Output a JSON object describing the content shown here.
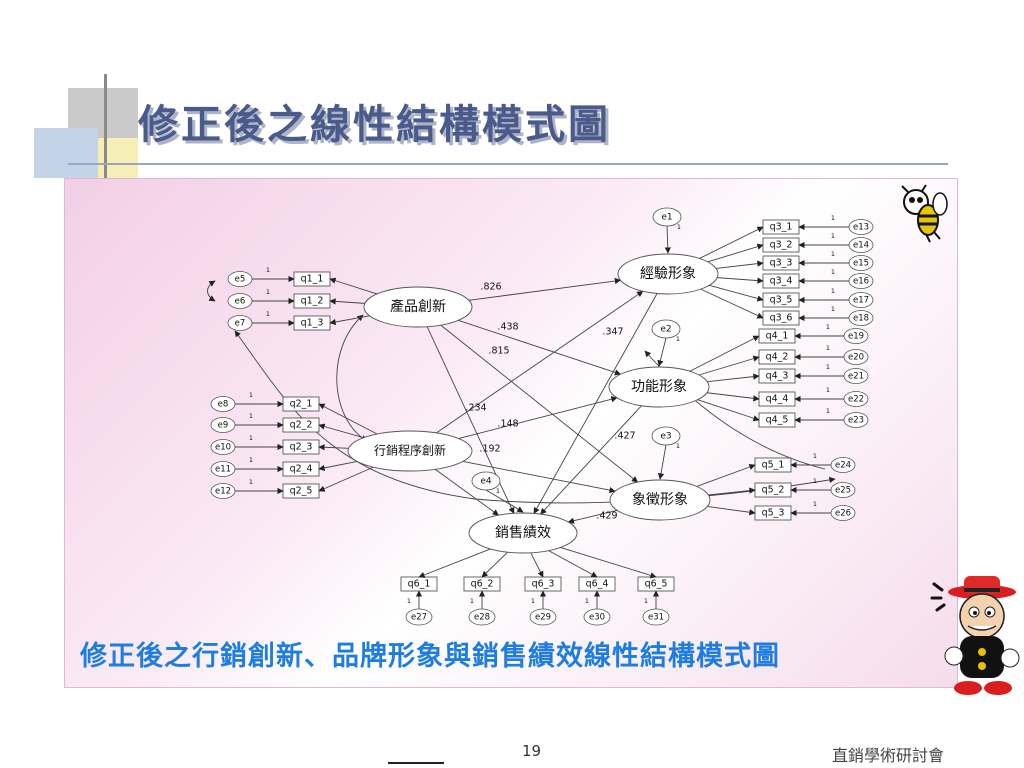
{
  "title": "修正後之線性結構模式圖",
  "caption": "修正後之行銷創新、品牌形象與銷售績效線性結構模式圖",
  "page_number": "19",
  "footer": "直銷學術研討會",
  "colors": {
    "title": "#4a5a8a",
    "caption": "#1e7de0",
    "panel": "#f2cfe6"
  },
  "icons": [
    "bee-icon",
    "mascot-icon"
  ],
  "diagram": {
    "latents": [
      {
        "id": "L1",
        "label": "產品創新"
      },
      {
        "id": "L2",
        "label": "行銷程序創新"
      },
      {
        "id": "L3",
        "label": "經驗形象"
      },
      {
        "id": "L4",
        "label": "功能形象"
      },
      {
        "id": "L5",
        "label": "象徵形象"
      },
      {
        "id": "L6",
        "label": "銷售績效"
      }
    ],
    "disturbances": [
      {
        "id": "d1",
        "label": "e1"
      },
      {
        "id": "d2",
        "label": "e2"
      },
      {
        "id": "d3",
        "label": "e3"
      },
      {
        "id": "d4",
        "label": "e4"
      }
    ],
    "indicators": [
      {
        "id": "i1",
        "label": "q1_1",
        "error": "e5"
      },
      {
        "id": "i2",
        "label": "q1_2",
        "error": "e6"
      },
      {
        "id": "i3",
        "label": "q1_3",
        "error": "e7"
      },
      {
        "id": "i4",
        "label": "q2_1",
        "error": "e8"
      },
      {
        "id": "i5",
        "label": "q2_2",
        "error": "e9"
      },
      {
        "id": "i6",
        "label": "q2_3",
        "error": "e10"
      },
      {
        "id": "i7",
        "label": "q2_4",
        "error": "e11"
      },
      {
        "id": "i8",
        "label": "q2_5",
        "error": "e12"
      },
      {
        "id": "i9",
        "label": "q3_1",
        "error": "e13"
      },
      {
        "id": "i10",
        "label": "q3_2",
        "error": "e14"
      },
      {
        "id": "i11",
        "label": "q3_3",
        "error": "e15"
      },
      {
        "id": "i12",
        "label": "q3_4",
        "error": "e16"
      },
      {
        "id": "i13",
        "label": "q3_5",
        "error": "e17"
      },
      {
        "id": "i14",
        "label": "q3_6",
        "error": "e18"
      },
      {
        "id": "i15",
        "label": "q4_1",
        "error": "e19"
      },
      {
        "id": "i16",
        "label": "q4_2",
        "error": "e20"
      },
      {
        "id": "i17",
        "label": "q4_3",
        "error": "e21"
      },
      {
        "id": "i18",
        "label": "q4_4",
        "error": "e22"
      },
      {
        "id": "i19",
        "label": "q4_5",
        "error": "e23"
      },
      {
        "id": "i20",
        "label": "q5_1",
        "error": "e24"
      },
      {
        "id": "i21",
        "label": "q5_2",
        "error": "e25"
      },
      {
        "id": "i22",
        "label": "q5_3",
        "error": "e26"
      },
      {
        "id": "i23",
        "label": "q6_1",
        "error": "e27"
      },
      {
        "id": "i24",
        "label": "q6_2",
        "error": "e28"
      },
      {
        "id": "i25",
        "label": "q6_3",
        "error": "e29"
      },
      {
        "id": "i26",
        "label": "q6_4",
        "error": "e30"
      },
      {
        "id": "i27",
        "label": "q6_5",
        "error": "e31"
      }
    ],
    "paths": [
      {
        "from": "L1",
        "to": "L3",
        "label": ".826"
      },
      {
        "from": "L1",
        "to": "L4",
        "label": ".438"
      },
      {
        "from": "L1",
        "to": "L5",
        "label": ".815"
      },
      {
        "from": "L1",
        "to": "L6",
        "label": ""
      },
      {
        "from": "L2",
        "to": "L3",
        "label": ".234"
      },
      {
        "from": "L2",
        "to": "L4",
        "label": ".148"
      },
      {
        "from": "L2",
        "to": "L5",
        "label": ".192"
      },
      {
        "from": "L2",
        "to": "L6",
        "label": ""
      },
      {
        "from": "L3",
        "to": "L6",
        "label": ".347"
      },
      {
        "from": "L4",
        "to": "L6",
        "label": ".427"
      },
      {
        "from": "L5",
        "to": "L6",
        "label": ".429"
      }
    ],
    "fixed_loading": "1"
  }
}
